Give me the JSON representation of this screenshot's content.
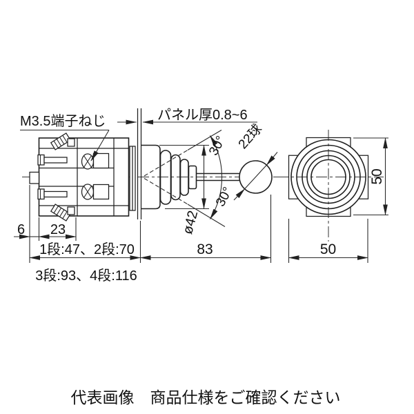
{
  "side_view": {
    "terminal_screw_label": "M3.5端子ねじ",
    "panel_thickness_label": "パネル厚0.8~6",
    "swing_angle_top": "30°",
    "swing_angle_bottom": "30°",
    "boot_diameter": "ø42",
    "ball_diameter": "22球",
    "dim_tab_depth": "6",
    "dim_block_width": "23",
    "dim_depth_stages_line1": "1段:47、2段:70",
    "dim_depth_stages_line2": "3段:93、4段:116",
    "dim_panel_to_ball": "83"
  },
  "front_view": {
    "dim_width": "50",
    "dim_height": "50"
  },
  "footer": {
    "caption": "代表画像　商品仕様をご確認ください"
  },
  "colors": {
    "line": "#1f1f1f",
    "background": "#ffffff"
  }
}
